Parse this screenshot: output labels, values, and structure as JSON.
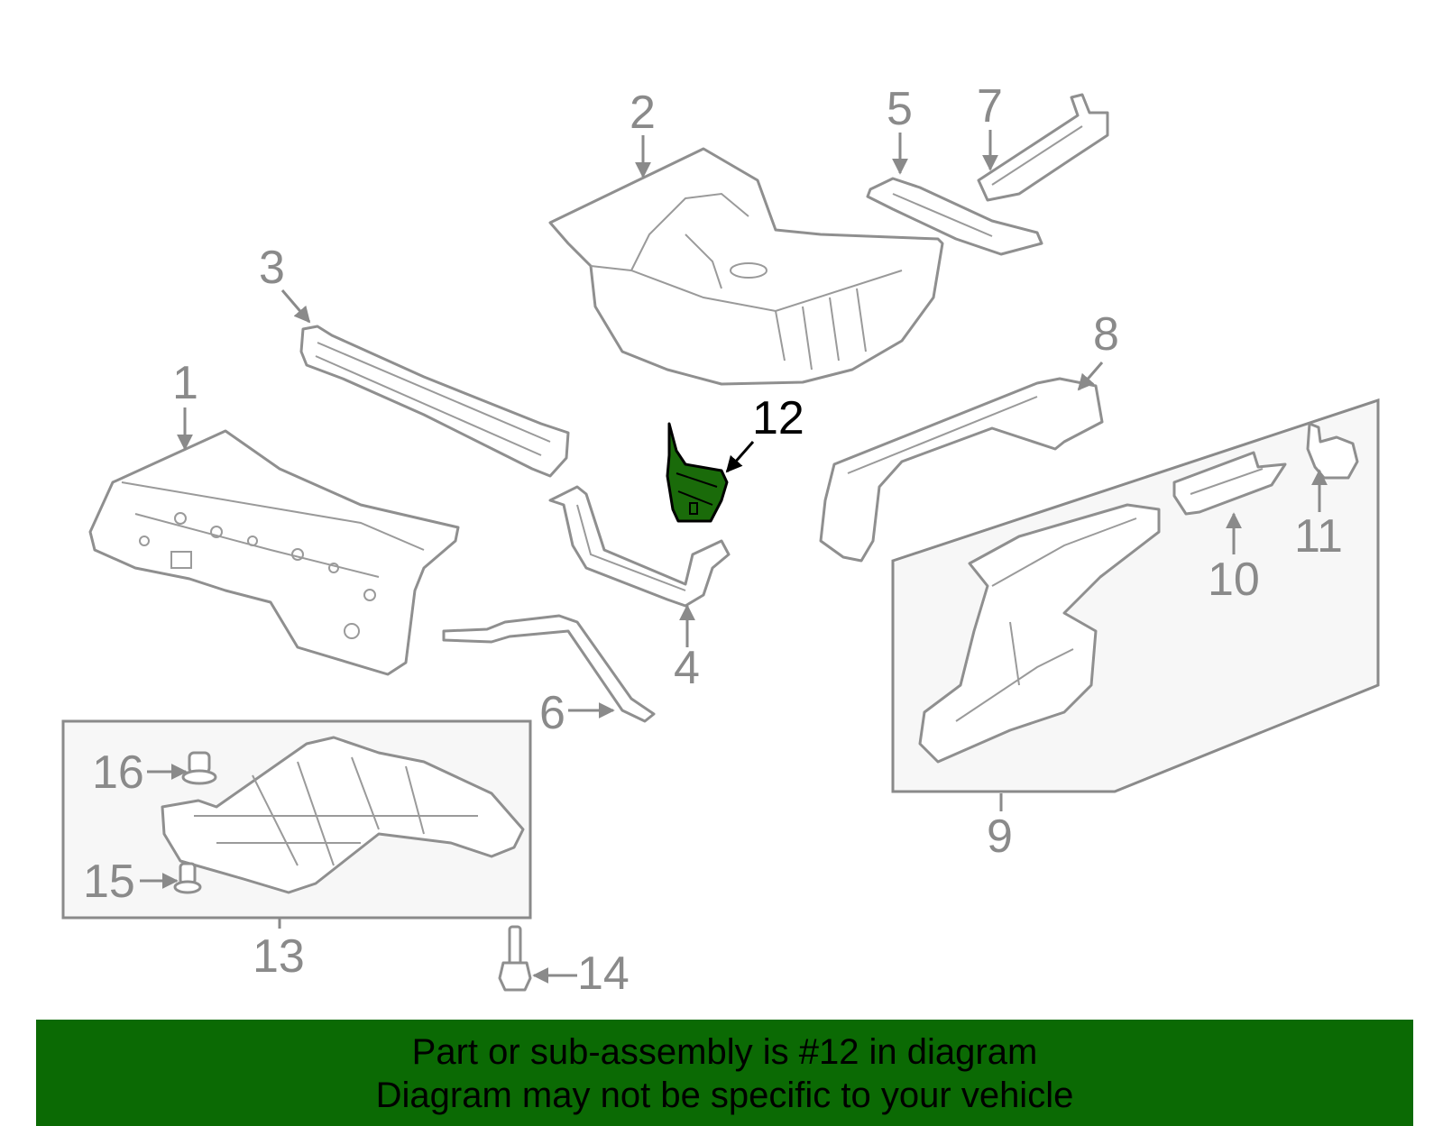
{
  "diagram": {
    "callouts": [
      "1",
      "2",
      "3",
      "4",
      "5",
      "6",
      "7",
      "8",
      "9",
      "10",
      "11",
      "12",
      "13",
      "14",
      "15",
      "16"
    ],
    "highlighted_part": "12",
    "highlight_color": "#1a6b0a",
    "line_color": "#8f8f8f"
  },
  "banner": {
    "background_color": "#0b6a04",
    "line1": "Part or sub-assembly is #12 in diagram",
    "line2": "Diagram may not be specific to your vehicle"
  }
}
